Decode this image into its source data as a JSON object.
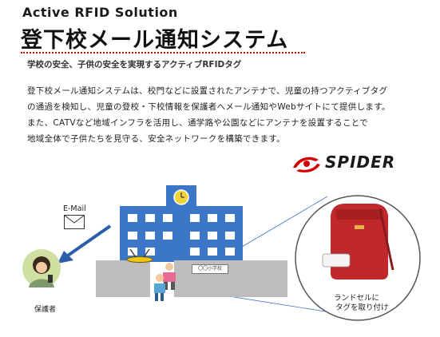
{
  "header": {
    "kicker": "Active RFID Solution",
    "title": "登下校メール通知システム",
    "subtitle": "学校の安全、子供の安全を実現するアクティブRFIDタグ"
  },
  "body_lines": [
    "登下校メール通知システムは、校門などに設置されたアンテナで、児童の持つアクティブタグ",
    "の通過を検知し、児童の登校・下校情報を保護者へメール通知やWebサイトにて提供します。",
    "また、CATVなど地域インフラを活用し、通学路や公園などにアンテナを設置することで",
    "地域全体で子供たちを見守る、安全ネットワークを構築できます。"
  ],
  "brand": {
    "name": "SPIDER"
  },
  "illustration": {
    "email_label": "E-Mail",
    "school_sign": "〇〇小学校",
    "guardian_label": "保護者",
    "tag_label_line1": "ランドセルに",
    "tag_label_line2": "タグを取り付け"
  },
  "colors": {
    "accent_red": "#d40000",
    "school_blue": "#3b77c6",
    "arrow_blue": "#2a5ea8",
    "bag_red": "#c0282b",
    "guardian_green": "#cfe0a2"
  }
}
